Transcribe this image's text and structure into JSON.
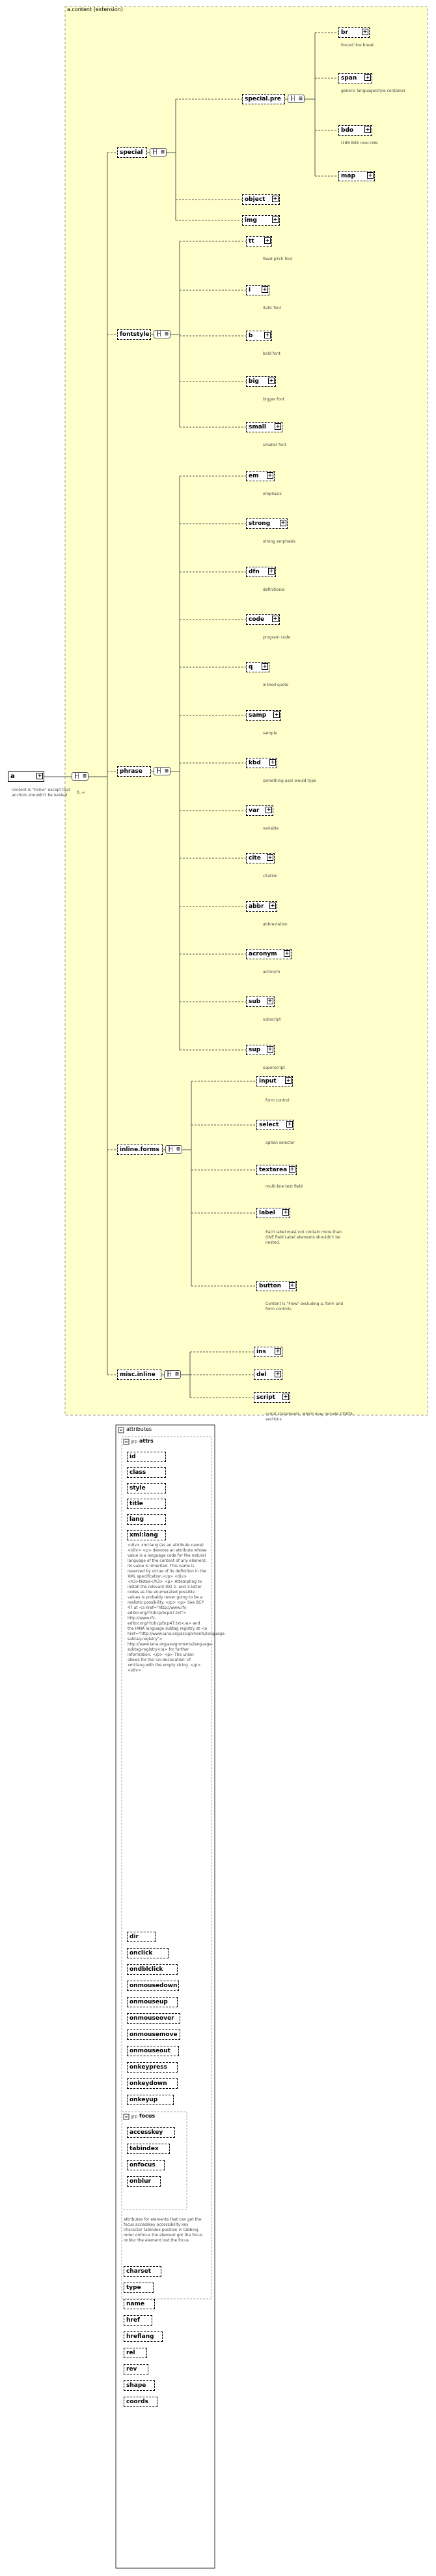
{
  "content_group": {
    "title": "a.content (extension)"
  },
  "root": {
    "name": "a",
    "note": "content is \"Inline\" except that anchors shouldn't be nested"
  },
  "root_occurrence": "0..∞",
  "groups": {
    "special": "special",
    "special_pre": "special.pre",
    "fontstyle": "fontstyle",
    "phrase": "phrase",
    "inline_forms": "inline.forms",
    "misc_inline": "misc.inline"
  },
  "special_pre": [
    {
      "name": "br",
      "note": "forced line break"
    },
    {
      "name": "span",
      "note": "generic language/style container"
    },
    {
      "name": "bdo",
      "note": "I18N BiDi over-ride"
    },
    {
      "name": "map",
      "note": ""
    }
  ],
  "special_extra": [
    {
      "name": "object",
      "note": ""
    },
    {
      "name": "img",
      "note": ""
    }
  ],
  "fontstyle": [
    {
      "name": "tt",
      "note": "fixed pitch font"
    },
    {
      "name": "i",
      "note": "italic font"
    },
    {
      "name": "b",
      "note": "bold font"
    },
    {
      "name": "big",
      "note": "bigger font"
    },
    {
      "name": "small",
      "note": "smaller font"
    }
  ],
  "phrase": [
    {
      "name": "em",
      "note": "emphasis"
    },
    {
      "name": "strong",
      "note": "strong emphasis"
    },
    {
      "name": "dfn",
      "note": "definitional"
    },
    {
      "name": "code",
      "note": "program code"
    },
    {
      "name": "q",
      "note": "inlined quote"
    },
    {
      "name": "samp",
      "note": "sample"
    },
    {
      "name": "kbd",
      "note": "something user would type"
    },
    {
      "name": "var",
      "note": "variable"
    },
    {
      "name": "cite",
      "note": "citation"
    },
    {
      "name": "abbr",
      "note": "abbreviation"
    },
    {
      "name": "acronym",
      "note": "acronym"
    },
    {
      "name": "sub",
      "note": "subscript"
    },
    {
      "name": "sup",
      "note": "superscript"
    }
  ],
  "inline_forms": [
    {
      "name": "input",
      "note": "form control"
    },
    {
      "name": "select",
      "note": "option selector"
    },
    {
      "name": "textarea",
      "note": "multi-line text field"
    },
    {
      "name": "label",
      "note": "Each label must not contain more than ONE field Label elements shouldn't be nested."
    },
    {
      "name": "button",
      "note": "Content is \"Flow\" excluding a, form and form controls"
    }
  ],
  "misc_inline": [
    {
      "name": "ins",
      "note": ""
    },
    {
      "name": "del",
      "note": ""
    },
    {
      "name": "script",
      "note": "script statements, which may include CDATA sections"
    }
  ],
  "attributes": {
    "title": "attributes",
    "attrs_group": "attrs",
    "grp_prefix": "grp",
    "attrs_pre": [
      "id",
      "class",
      "style",
      "title",
      "lang",
      "xml:lang"
    ],
    "xmllang_note": "<div> xml:lang (as an attribute name) </div> <p> denotes an attribute whose value is a language code for the natural language of the content of any element; its value is inherited. This name is reserved by virtue of its definition in the XML specification.</p> <div> <h3>Notes</h3> <p> Attempting to install the relevant ISO 2- and 3-letter codes as the enumerated possible values is probably never going to be a realistic possibility. </p> <p> See BCP 47 at <a href=\"http://www.rfc-editor.org/rfc/bcp/bcp47.txt\"> http://www.rfc-editor.org/rfc/bcp/bcp47.txt</a> and the IANA language subtag registry at <a href=\"http://www.iana.org/assignments/language-subtag-registry\"> http://www.iana.org/assignments/language-subtag-registry</a> for further information. </p> <p> The union allows for the 'un-declaration' of xml:lang with the empty string. </p> </div>",
    "attrs_post": [
      "dir",
      "onclick",
      "ondblclick",
      "onmousedown",
      "onmouseup",
      "onmouseover",
      "onmousemove",
      "onmouseout",
      "onkeypress",
      "onkeydown",
      "onkeyup"
    ],
    "focus_group": "focus",
    "focus": [
      "accesskey",
      "tabindex",
      "onfocus",
      "onblur"
    ],
    "focus_note": "attributes for elements that can get the focus accesskey accessibility key character tabindex position in tabbing order onfocus the element got the focus onblur the element lost the focus",
    "anchor": [
      "charset",
      "type",
      "name",
      "href",
      "hreflang",
      "rel",
      "rev",
      "shape",
      "coords"
    ]
  }
}
